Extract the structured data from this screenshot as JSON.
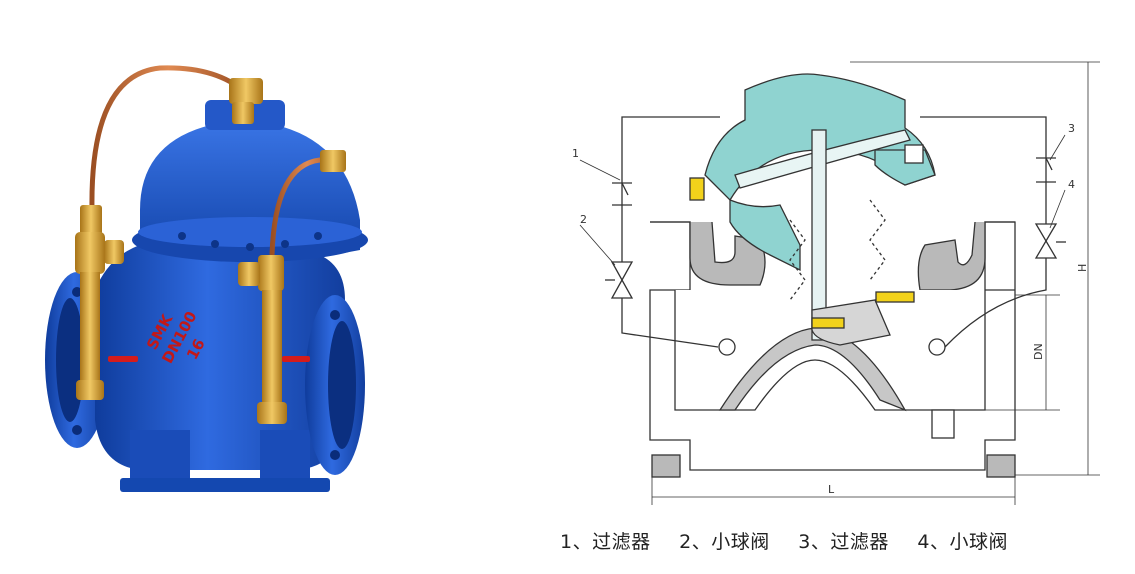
{
  "photo": {
    "brand": "SMK",
    "model": "DN100",
    "pressure": "16"
  },
  "diagram": {
    "callouts": [
      "1",
      "2",
      "3",
      "4"
    ],
    "dims": {
      "length": "L",
      "height": "H",
      "nominal": "DN"
    }
  },
  "caption": {
    "items": [
      "1、过滤器",
      "2、小球阀",
      "3、过滤器",
      "4、小球阀"
    ]
  },
  "colors": {
    "valve_blue": "#1f57c7",
    "brass": "#d9a63a",
    "copper": "#c1703b",
    "bonnet_teal": "#8fd3d0",
    "seat_yellow": "#f2d21b",
    "body_gray": "#b9b9b9"
  }
}
